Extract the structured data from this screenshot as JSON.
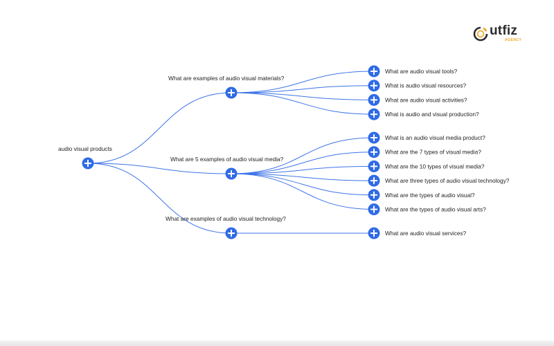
{
  "brand": {
    "name": "utfiz",
    "tagline": "AGENCY",
    "accent": "#f2a31b"
  },
  "colors": {
    "node": "#2f6be6",
    "link": "#3d74e8"
  },
  "tree": {
    "root": {
      "id": "root",
      "label": "audio visual products",
      "icon": "plus-icon"
    },
    "branches": [
      {
        "id": "b1",
        "label": "What are examples of audio visual materials?",
        "children": [
          "What are audio visual tools?",
          "What is audio visual resources?",
          "What are audio visual activities?",
          "What is audio and visual production?"
        ]
      },
      {
        "id": "b2",
        "label": "What are 5 examples of audio visual media?",
        "children": [
          "What is an audio visual media product?",
          "What are the 7 types of visual media?",
          "What are the 10 types of visual media?",
          "What are three types of audio visual technology?",
          "What are the types of audio visual?",
          "What are the types of audio visual arts?"
        ]
      },
      {
        "id": "b3",
        "label": "What are examples of audio visual technology?",
        "children": [
          "What are audio visual services?"
        ]
      }
    ]
  }
}
